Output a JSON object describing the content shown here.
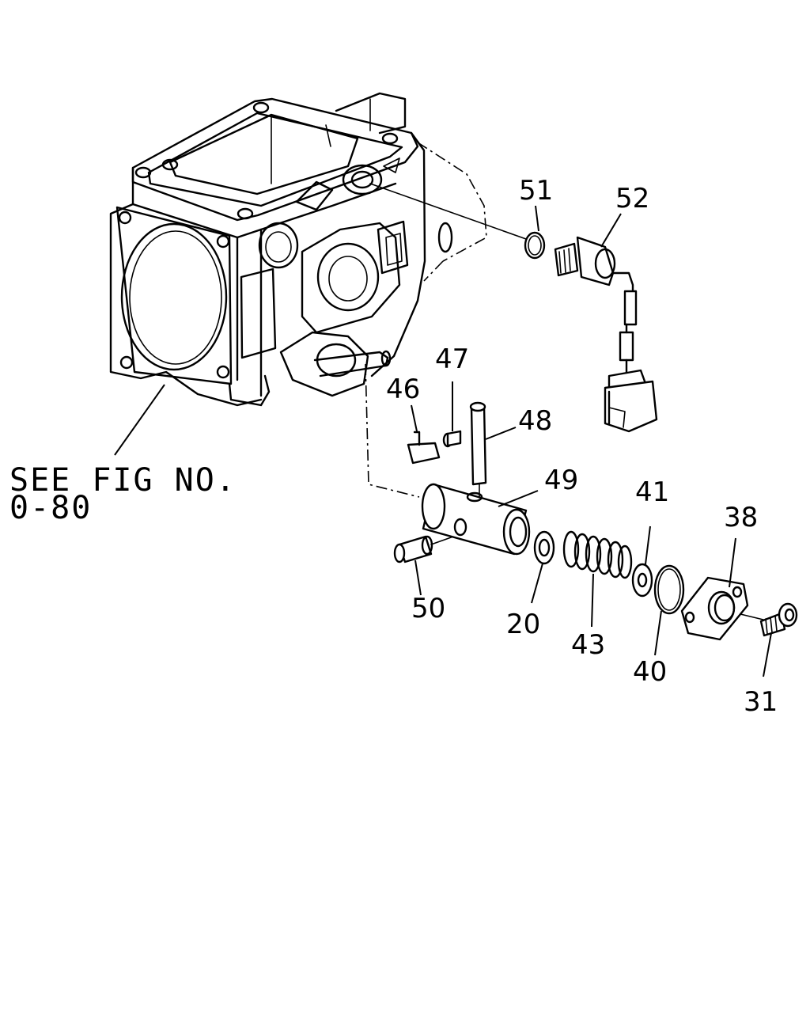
{
  "reference": {
    "line1": "SEE FIG NO.",
    "line2": "0-80"
  },
  "callouts": {
    "c51": "51",
    "c52": "52",
    "c47": "47",
    "c46": "46",
    "c48": "48",
    "c49": "49",
    "c41": "41",
    "c38": "38",
    "c50": "50",
    "c20": "20",
    "c43": "43",
    "c40": "40",
    "c31": "31"
  },
  "colors": {
    "line": "#000000",
    "background": "#ffffff"
  }
}
